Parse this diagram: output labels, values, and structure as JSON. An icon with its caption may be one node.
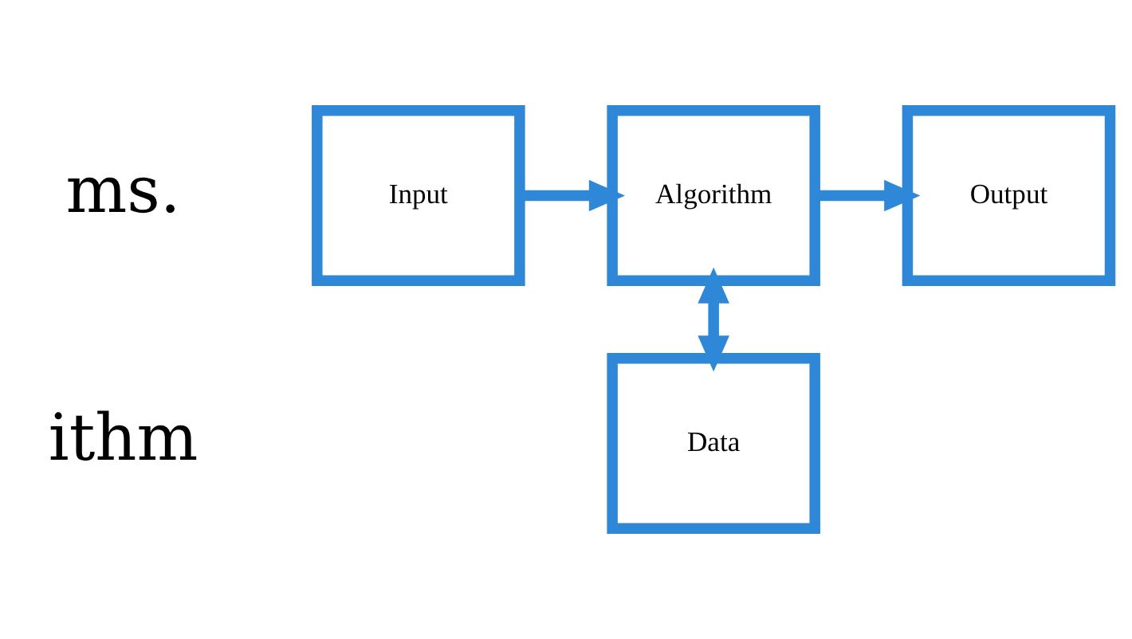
{
  "diagram": {
    "nodes": [
      {
        "text": [
          "Input"
        ]
      },
      {
        "text": [
          "Algorithm"
        ]
      },
      {
        "text": [
          "Output"
        ]
      },
      {
        "text": [
          "Data"
        ]
      }
    ],
    "edges": [
      {
        "from": 0,
        "to": 1,
        "arrow": "to"
      },
      {
        "from": 1,
        "to": 2,
        "arrow": "to"
      },
      {
        "from": 1,
        "to": 3,
        "arrow": "both"
      }
    ],
    "labels": [
      "ms.",
      "ithm"
    ]
  }
}
